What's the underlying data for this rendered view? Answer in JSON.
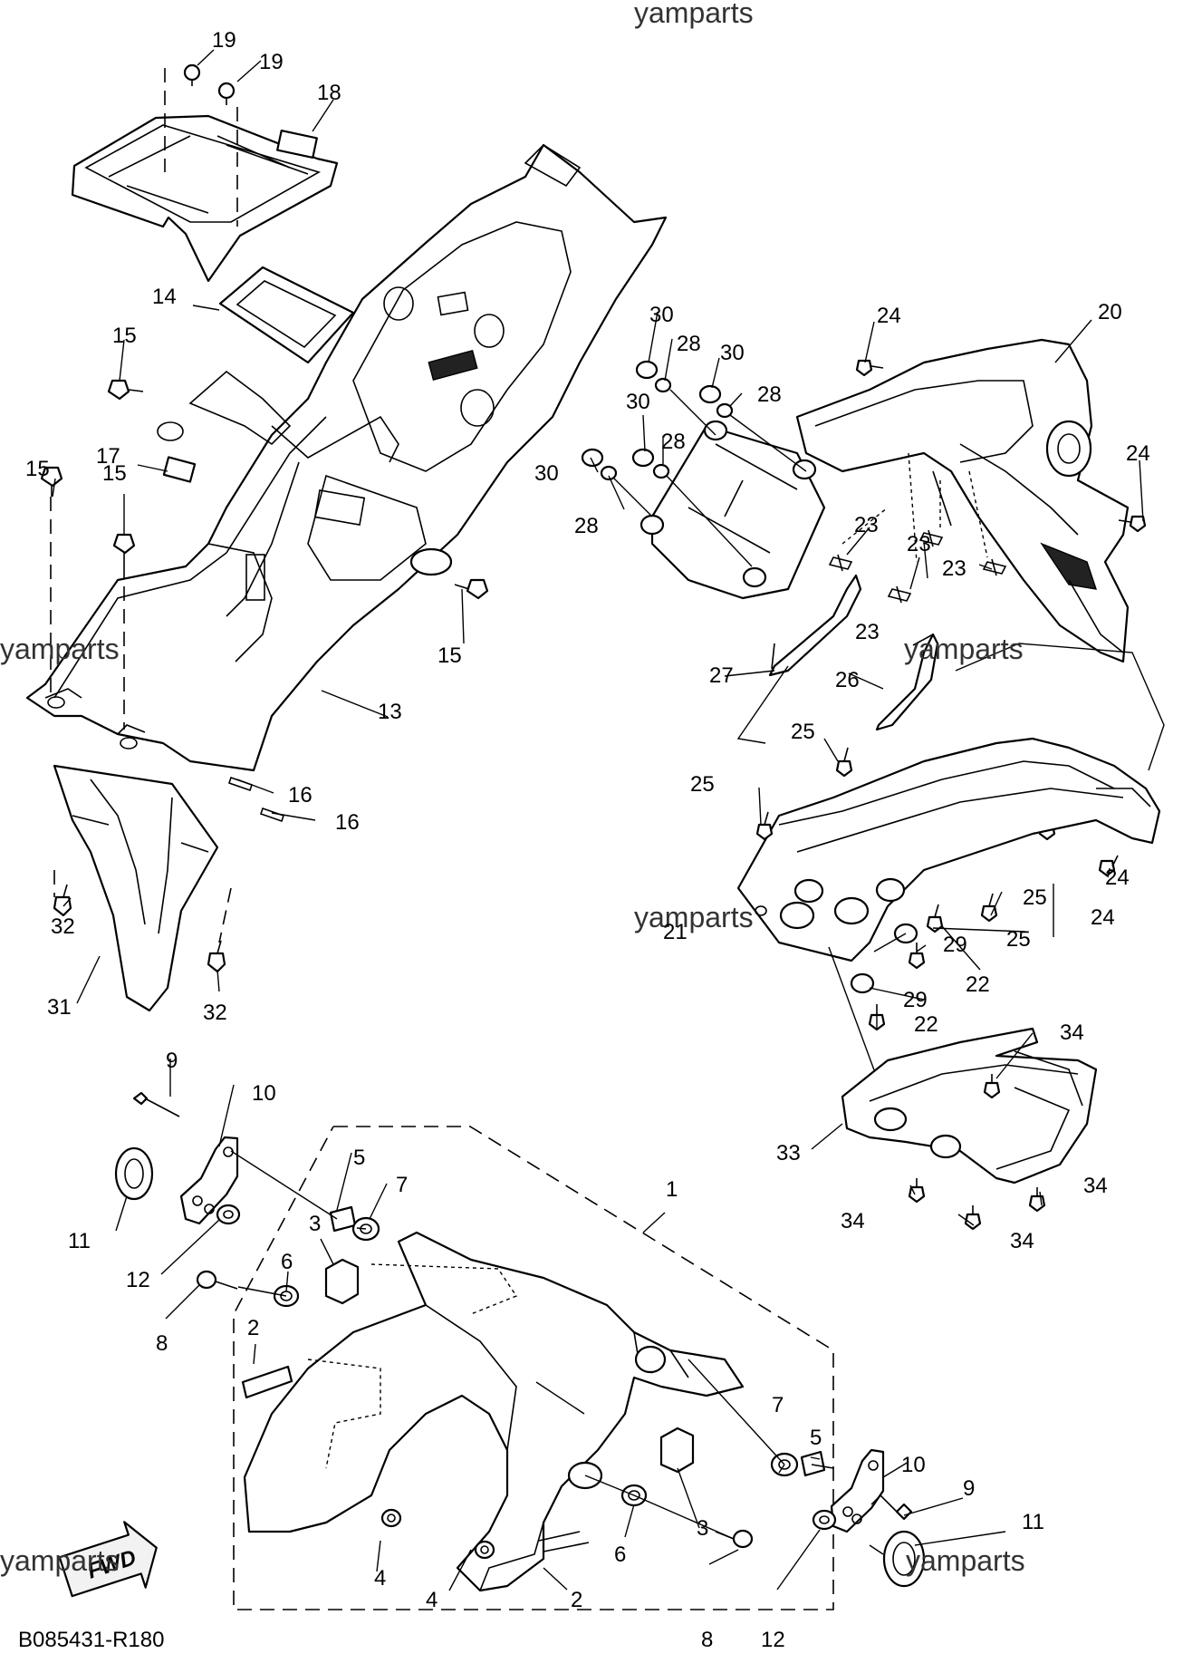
{
  "watermarks": [
    "yamparts",
    "yamparts",
    "yamparts",
    "yamparts",
    "yamparts",
    "yamparts"
  ],
  "diagram_code": "B085431-R180",
  "fwd_label": "FWD",
  "callouts": {
    "c19a": "19",
    "c19b": "19",
    "c18": "18",
    "c14": "14",
    "c15a": "15",
    "c15b": "15",
    "c15c": "15",
    "c15d": "15",
    "c17": "17",
    "c13": "13",
    "c16a": "16",
    "c16b": "16",
    "c32a": "32",
    "c32b": "32",
    "c31": "31",
    "c30a": "30",
    "c30b": "30",
    "c30c": "30",
    "c30d": "30",
    "c28a": "28",
    "c28b": "28",
    "c28c": "28",
    "c28d": "28",
    "c24a": "24",
    "c24b": "24",
    "c24c": "24",
    "c24d": "24",
    "c20": "20",
    "c23a": "23",
    "c23b": "23",
    "c23c": "23",
    "c23d": "23",
    "c27": "27",
    "c26": "26",
    "c25a": "25",
    "c25b": "25",
    "c25c": "25",
    "c25d": "25",
    "c21": "21",
    "c29a": "29",
    "c29b": "29",
    "c22a": "22",
    "c22b": "22",
    "c34a": "34",
    "c34b": "34",
    "c34c": "34",
    "c34d": "34",
    "c33": "33",
    "c9a": "9",
    "c10a": "10",
    "c11a": "11",
    "c12a": "12",
    "c1": "1",
    "c5a": "5",
    "c7a": "7",
    "c3a": "3",
    "c6a": "6",
    "c8a": "8",
    "c2a": "2",
    "c7b": "7",
    "c5b": "5",
    "c10b": "10",
    "c9b": "9",
    "c11b": "11",
    "c3b": "3",
    "c6b": "6",
    "c4a": "4",
    "c4b": "4",
    "c2b": "2",
    "c8b": "8",
    "c12b": "12"
  }
}
